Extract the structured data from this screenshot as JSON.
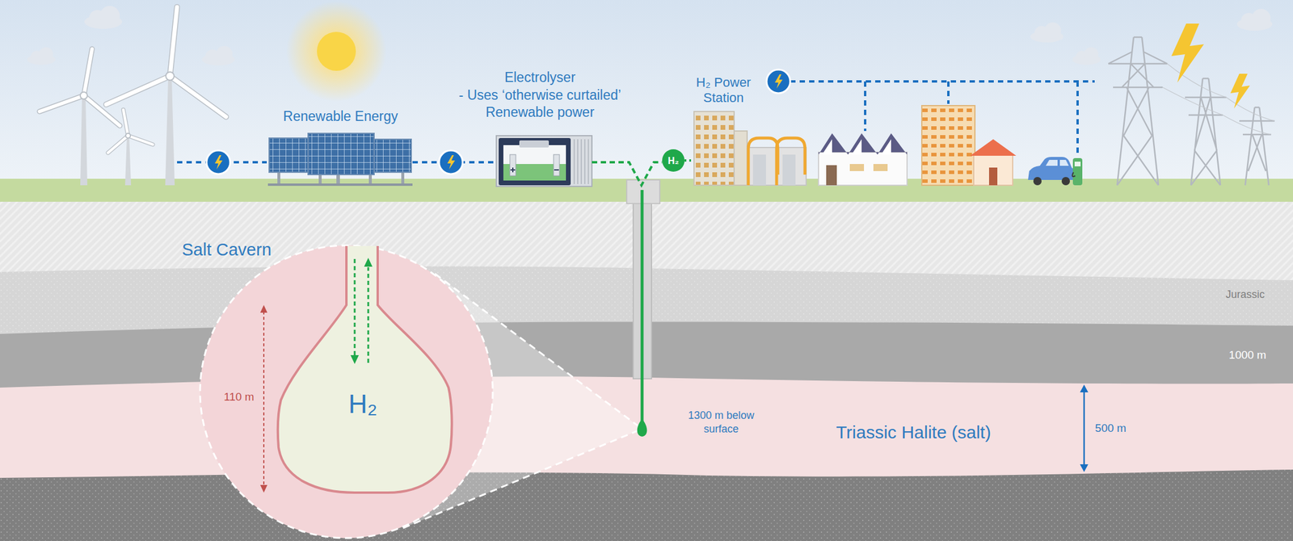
{
  "diagram": {
    "nodes": [
      {
        "text": [
          "Renewable Energy"
        ]
      },
      {
        "text": [
          "Electrolyser",
          "- Uses ‘otherwise curtailed’ Renewable power"
        ]
      },
      {
        "text": [
          "H₂"
        ]
      },
      {
        "text": [
          "H₂ Power Station"
        ]
      },
      {
        "text": [
          "Jurassic"
        ]
      },
      {
        "text": [
          "Triassic Halite (salt)"
        ]
      },
      {
        "text": [
          "Salt Cavern"
        ]
      },
      {
        "text": [
          "H₂"
        ],
        "in": 6
      }
    ],
    "edges": [
      {
        "from": 0,
        "to": 1,
        "arrow": "none"
      },
      {
        "from": 1,
        "to": 2,
        "arrow": "none"
      },
      {
        "from": 2,
        "to": 3,
        "arrow": "none"
      }
    ],
    "labels": [
      "110 m",
      "1000 m",
      "1300 m below surface",
      "500 m"
    ]
  }
}
